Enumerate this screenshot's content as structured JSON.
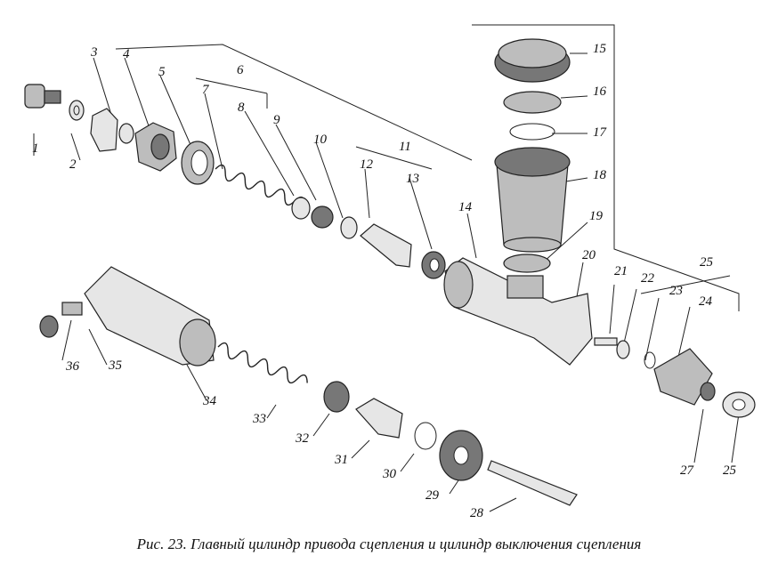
{
  "caption": "Рис. 23. Главный цилиндр привода сцепления и цилиндр выключения сцепления",
  "labels": {
    "l1": "1",
    "l2": "2",
    "l3": "3",
    "l4": "4",
    "l5": "5",
    "l6": "6",
    "l7": "7",
    "l8": "8",
    "l9": "9",
    "l10": "10",
    "l11": "11",
    "l12": "12",
    "l13": "13",
    "l14": "14",
    "l15": "15",
    "l16": "16",
    "l17": "17",
    "l18": "18",
    "l19": "19",
    "l20": "20",
    "l21": "21",
    "l22": "22",
    "l23": "23",
    "l24": "24",
    "l25a": "25",
    "l25b": "25",
    "l27": "27",
    "l28": "28",
    "l29": "29",
    "l30": "30",
    "l31": "31",
    "l32": "32",
    "l33": "33",
    "l34": "34",
    "l35": "35",
    "l36": "36"
  }
}
